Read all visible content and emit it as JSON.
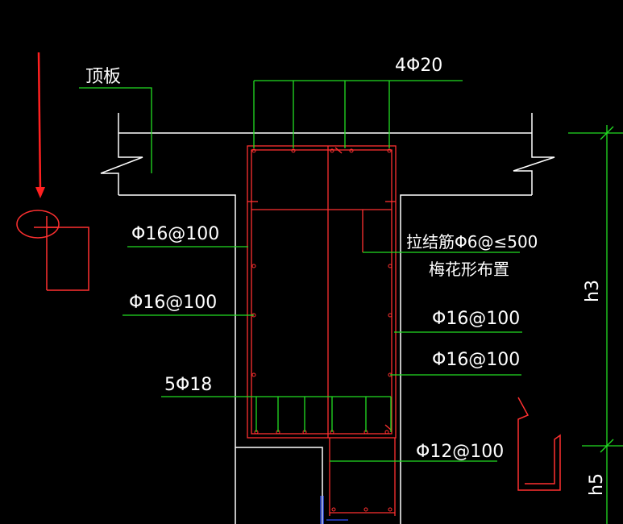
{
  "labels": {
    "top_slab": "顶板",
    "top_bars": "4Φ20",
    "stirrup_left_upper": "Φ16@100",
    "stirrup_left_lower": "Φ16@100",
    "tie_bar": "拉结筋Φ6@≤500",
    "tie_bar_note": "梅花形布置",
    "stirrup_right_upper": "Φ16@100",
    "stirrup_right_lower": "Φ16@100",
    "bottom_bars": "5Φ18",
    "lower_stirrup": "Φ12@100",
    "dim_h3": "h3",
    "dim_h5": "h5"
  },
  "colors": {
    "red": "#ff3030",
    "green": "#22dd22",
    "white": "#ffffff",
    "arrow": "#ff2020",
    "blue": "#3050ff"
  }
}
